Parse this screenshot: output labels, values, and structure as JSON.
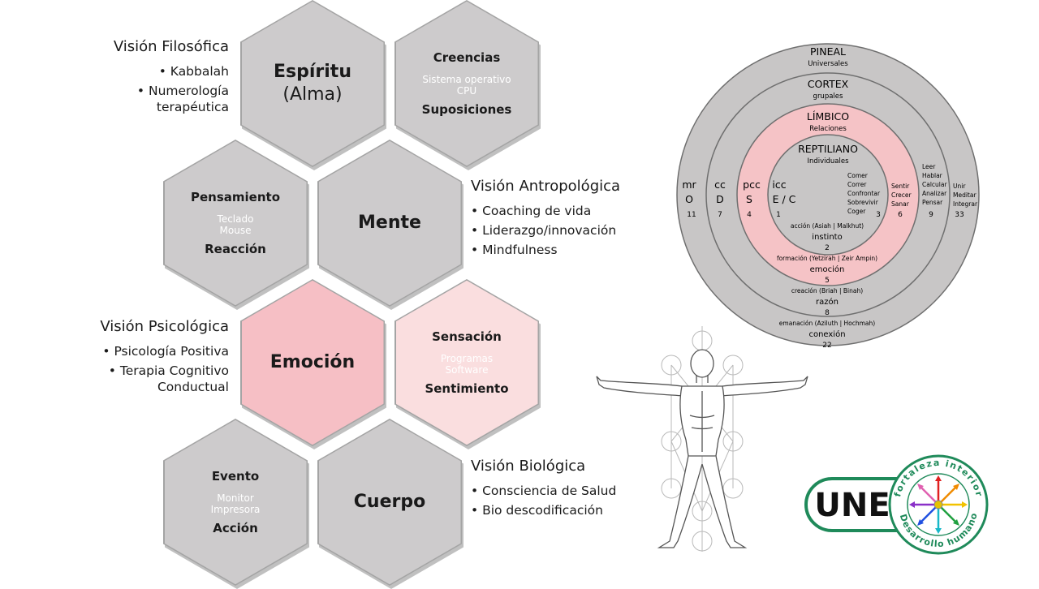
{
  "hexagons": {
    "espiritu": {
      "title_line1": "Espíritu",
      "title_line2": "(Alma)"
    },
    "creencias": {
      "top": "Creencias",
      "sub1": "Sistema operativo",
      "sub2": "CPU",
      "bottom": "Suposiciones"
    },
    "pensamiento": {
      "top": "Pensamiento",
      "sub1": "Teclado",
      "sub2": "Mouse",
      "bottom": "Reacción"
    },
    "mente": {
      "title": "Mente"
    },
    "emocion": {
      "title": "Emoción"
    },
    "sensacion": {
      "top": "Sensación",
      "sub1": "Programas",
      "sub2": "Software",
      "bottom": "Sentimiento"
    },
    "evento": {
      "top": "Evento",
      "sub1": "Monitor",
      "sub2": "Impresora",
      "bottom": "Acción"
    },
    "cuerpo": {
      "title": "Cuerpo"
    }
  },
  "visions": {
    "filosofica": {
      "title": "Visión Filosófica",
      "bullets": [
        "Kabbalah",
        "Numerología",
        "terapéutica"
      ]
    },
    "antropologica": {
      "title": "Visión Antropológica",
      "bullets": [
        "Coaching de vida",
        "Liderazgo/innovación",
        "Mindfulness"
      ]
    },
    "psicologica": {
      "title": "Visión Psicológica",
      "bullets": [
        "Psicología Positiva",
        "Terapia Cognitivo",
        "Conductual"
      ]
    },
    "biologica": {
      "title": "Visión Biológica",
      "bullets": [
        "Consciencia de Salud",
        "Bio descodificación"
      ]
    }
  },
  "brain": {
    "pineal": {
      "name": "PINEAL",
      "sub": "Universales"
    },
    "cortex": {
      "name": "CORTEX",
      "sub": "grupales"
    },
    "limbico": {
      "name": "LÍMBICO",
      "sub": "Relaciones"
    },
    "reptiliano": {
      "name": "REPTILIANO",
      "sub": "Individuales"
    },
    "mr": {
      "a": "mr",
      "b": "O",
      "n": "11"
    },
    "cc": {
      "a": "cc",
      "b": "D",
      "n": "7"
    },
    "pcc": {
      "a": "pcc",
      "b": "S",
      "n": "4"
    },
    "icc": {
      "a": "icc",
      "b": "E / C",
      "n": "1"
    },
    "core_list": [
      "Comer",
      "Correr",
      "Confrontar",
      "Sobrevivir",
      "Coger"
    ],
    "core_num": "3",
    "limbic_list": [
      "Sentir",
      "Crecer",
      "Sanar"
    ],
    "limbic_num": "6",
    "cortex_list": [
      "Leer",
      "Hablar",
      "Calcular",
      "Analizar",
      "Pensar"
    ],
    "cortex_num": "9",
    "pineal_list": [
      "Unir",
      "Meditar",
      "Integrar"
    ],
    "pineal_num": "33",
    "accion": {
      "world": "acción (Asiah | Malkhut)",
      "name": "instinto",
      "n": "2"
    },
    "formacion": {
      "world": "formación (Yetzirah | Zeir Ampin)",
      "name": "emoción",
      "n": "5"
    },
    "creacion": {
      "world": "creación (Briah | Binah)",
      "name": "razón",
      "n": "8"
    },
    "emanacion": {
      "world": "emanación (Aziluth | Hochmah)",
      "name": "conexión",
      "n": "22"
    }
  },
  "logo": {
    "main": "UNE",
    "arc_top": "fortaleza interior",
    "arc_bottom": "Desarrollo humano"
  },
  "colors": {
    "gray_hex": "#cdcbcc",
    "pink_hex": "#f6bfc5",
    "light_pink_hex": "#fadedf",
    "brain_gray": "#c8c6c6",
    "brain_pink": "#f5c3c6",
    "logo_green": "#1f8a5a"
  }
}
